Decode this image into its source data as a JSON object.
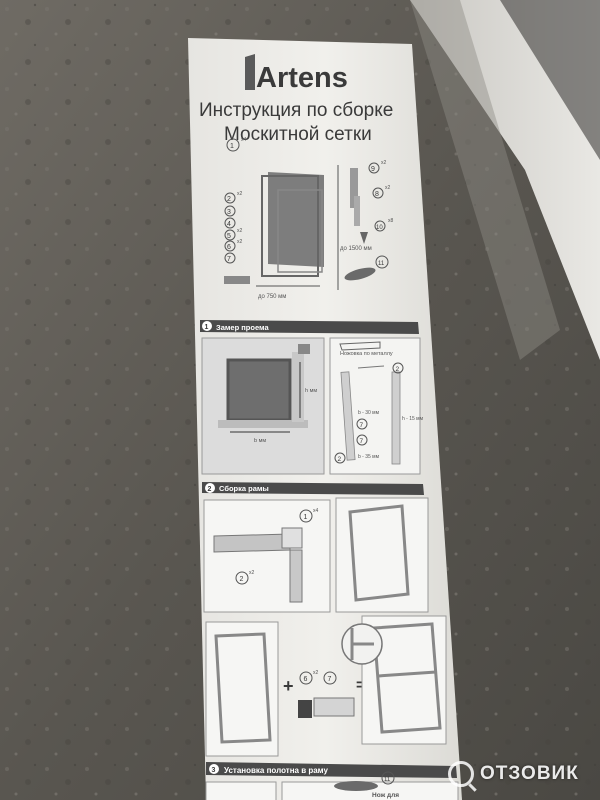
{
  "brand": {
    "logo_text": "Artens"
  },
  "title": {
    "line1": "Инструкция по сборке",
    "line2": "Москитной сетки"
  },
  "parts": {
    "labels": [
      "1",
      "2",
      "3",
      "4",
      "5",
      "6",
      "7"
    ],
    "qty": {
      "p1": "x4",
      "p2": "x2",
      "p5": "x2",
      "p6": "x2",
      "p9": "x2",
      "p8": "x2",
      "p10": "x8"
    },
    "right_labels": [
      "9",
      "8",
      "10",
      "11"
    ],
    "height_dim": "до 1500 мм",
    "width_dim": "до 750 мм"
  },
  "steps": [
    {
      "number": "1",
      "title": "Замер проема"
    },
    {
      "number": "2",
      "title": "Сборка рамы"
    },
    {
      "number": "3",
      "title": "Установка полотна в раму"
    }
  ],
  "step1": {
    "h_label": "h мм",
    "b_label": "b мм",
    "cut_label": "Ножовка по металлу",
    "dim_b30": "b - 30 мм",
    "dim_b35": "b - 35 мм",
    "dim_h15": "h - 15 мм",
    "tags": [
      "2",
      "7",
      "7",
      "2"
    ]
  },
  "step2": {
    "tags": [
      "1",
      "2",
      "6",
      "7"
    ],
    "qty1": "x4",
    "qty2": "x2",
    "qty6": "x2",
    "plus": "+",
    "equals": "="
  },
  "step3": {
    "tag": "11",
    "tool_label": "Нож для"
  },
  "watermark": {
    "text": "ОТЗОВИК"
  }
}
